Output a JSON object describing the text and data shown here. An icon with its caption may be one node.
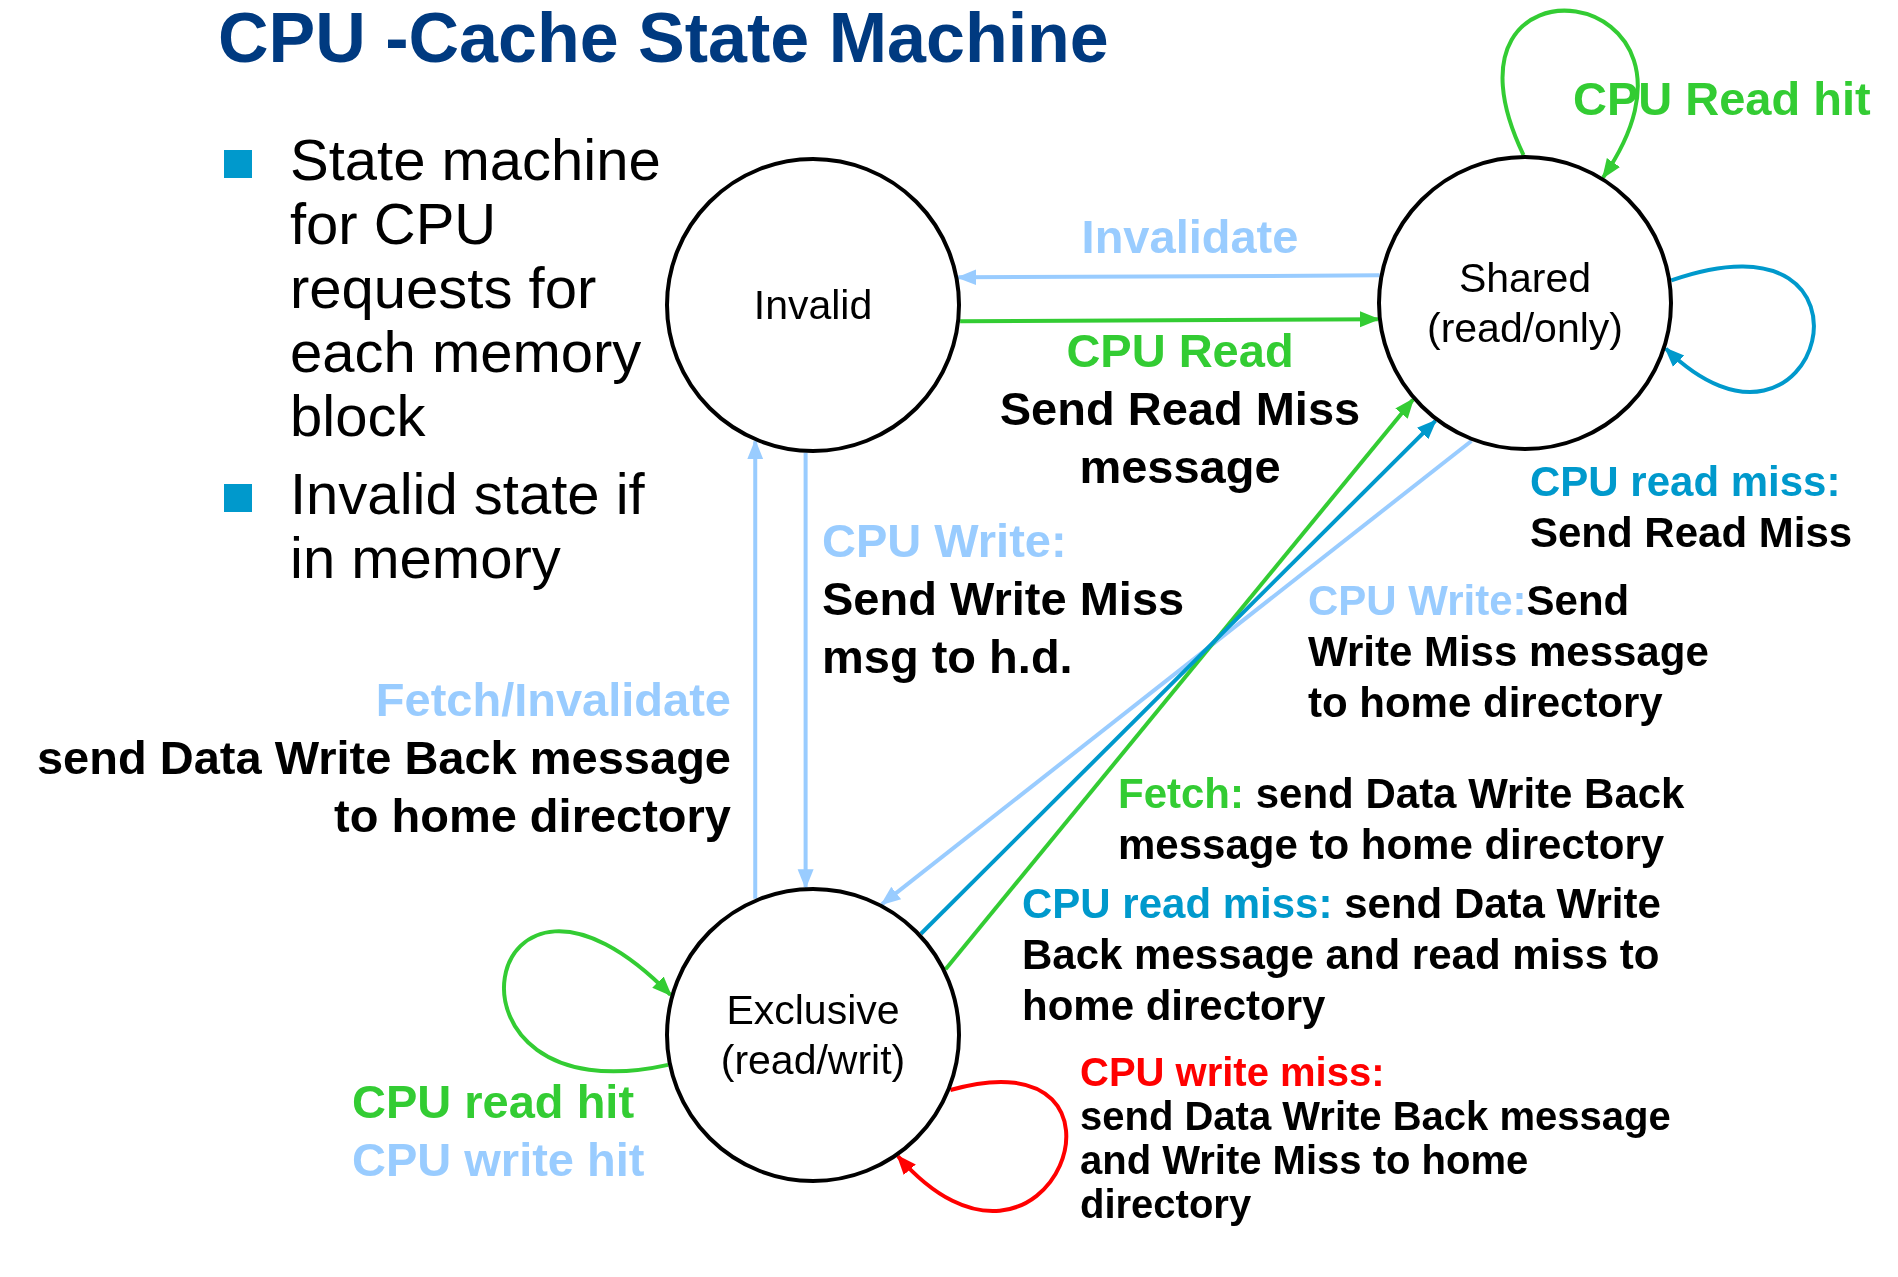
{
  "diagram": {
    "title": "CPU -Cache State Machine",
    "nodes": [
      {
        "text": [
          "Invalid"
        ]
      },
      {
        "text": [
          "Shared (read/only)"
        ]
      },
      {
        "text": [
          "Exclusive (read/writ)"
        ]
      }
    ],
    "edges": [
      {
        "from": 1,
        "to": 0,
        "arrow": "to",
        "label": "Invalidate",
        "color": "#99ccff"
      },
      {
        "from": 0,
        "to": 1,
        "arrow": "to",
        "label": "CPU Read",
        "color": "#33cc33"
      },
      {
        "from": 1,
        "to": 1,
        "arrow": "to",
        "label": "CPU Read hit",
        "color": "#33cc33"
      },
      {
        "from": 1,
        "to": 1,
        "arrow": "to",
        "label": "CPU read miss:",
        "color": "#0099cc"
      },
      {
        "from": 1,
        "to": 2,
        "arrow": "to",
        "label": "CPU Write:",
        "color": "#99ccff"
      },
      {
        "from": 0,
        "to": 2,
        "arrow": "to",
        "label": "CPU Write:",
        "color": "#99ccff"
      },
      {
        "from": 2,
        "to": 0,
        "arrow": "to",
        "label": "Fetch/Invalidate",
        "color": "#99ccff"
      },
      {
        "from": 2,
        "to": 1,
        "arrow": "to",
        "label": "Fetch:",
        "color": "#33cc33"
      },
      {
        "from": 2,
        "to": 1,
        "arrow": "to",
        "label": "CPU read miss:",
        "color": "#0099cc"
      },
      {
        "from": 2,
        "to": 2,
        "arrow": "to",
        "label": "CPU read hit",
        "color": "#33cc33"
      },
      {
        "from": 2,
        "to": 2,
        "arrow": "to",
        "label": "CPU write miss:",
        "color": "#ff0000"
      }
    ],
    "labels": [
      "State machine for CPU requests for each memory block",
      "Invalid state if in memory",
      "Send Read Miss message",
      "Send Read Miss",
      "Send Write Miss msg to h.d.",
      "Send Write Miss message to home directory",
      "send Data Write Back message to home directory",
      "send Data Write Back message to home directory",
      "send Data Write Back message and read miss to home directory",
      "CPU write hit",
      "send Data Write Back message and Write Miss to home directory"
    ]
  }
}
